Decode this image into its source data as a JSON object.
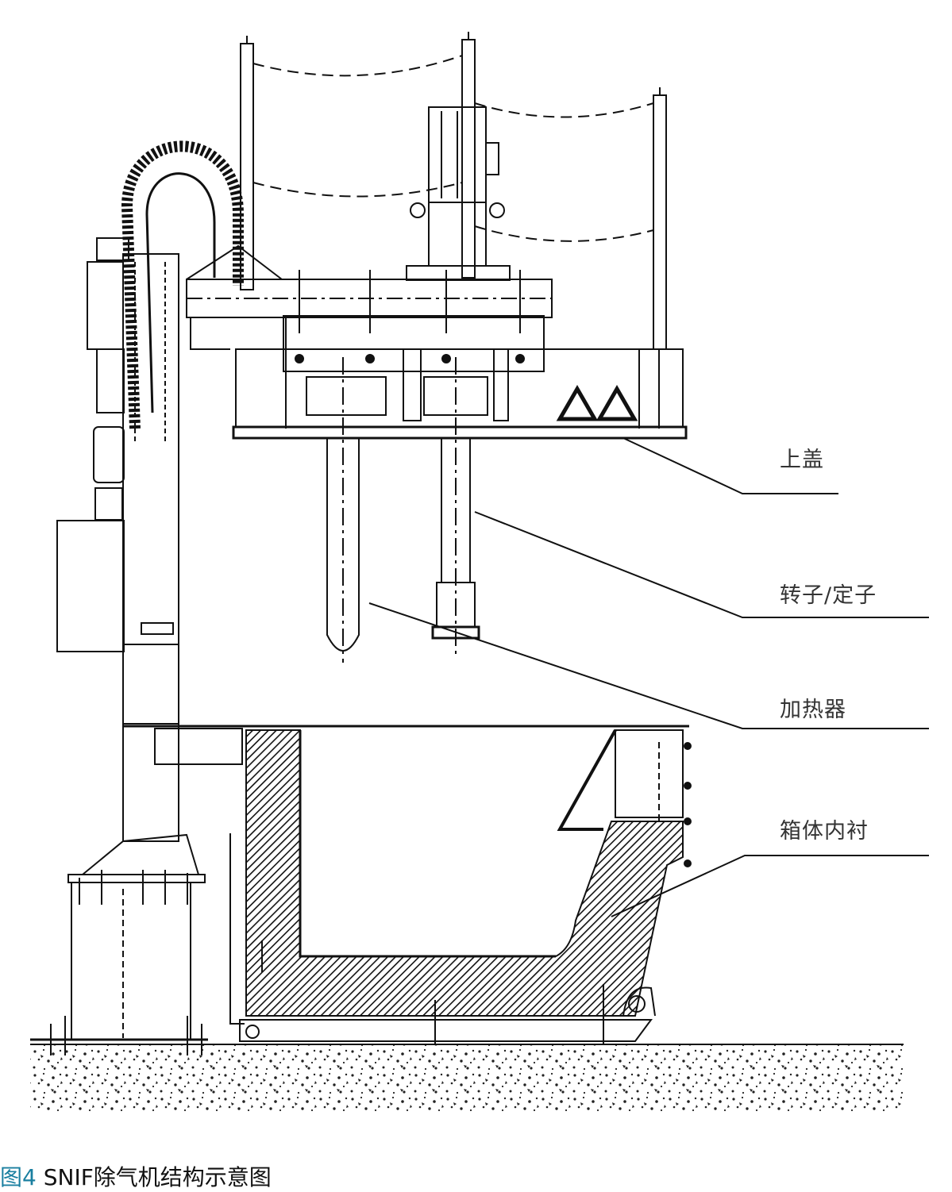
{
  "labels": {
    "cover": "上盖",
    "rotor_stator": "转子/定子",
    "heater": "加热器",
    "box_lining": "箱体内衬"
  },
  "caption": {
    "figure_no": "图4",
    "text": " SNIF除气机结构示意图"
  },
  "colors": {
    "line": "#111111",
    "caption_accent": "#1a7fa0",
    "label_text": "#333333"
  }
}
